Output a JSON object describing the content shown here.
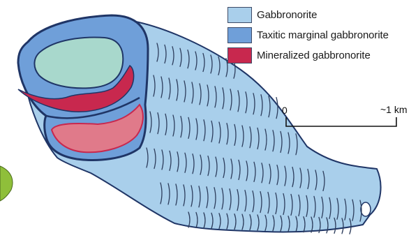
{
  "legend": {
    "items": [
      {
        "label": "Gabbronorite",
        "color": "#a9cfeb"
      },
      {
        "label": "Taxitic marginal gabbronorite",
        "color": "#6f9fd9"
      },
      {
        "label": "Mineralized gabbronorite",
        "color": "#c8284e"
      }
    ]
  },
  "scale_bar": {
    "start_label": "0",
    "end_label": "~1 km"
  },
  "colors": {
    "core": "#a8d8cc",
    "lower_lens": "#e07a8a",
    "outline": "#1f3566",
    "hatching": "#2d3d5c",
    "plant_leaf": "#8fbf3a"
  }
}
